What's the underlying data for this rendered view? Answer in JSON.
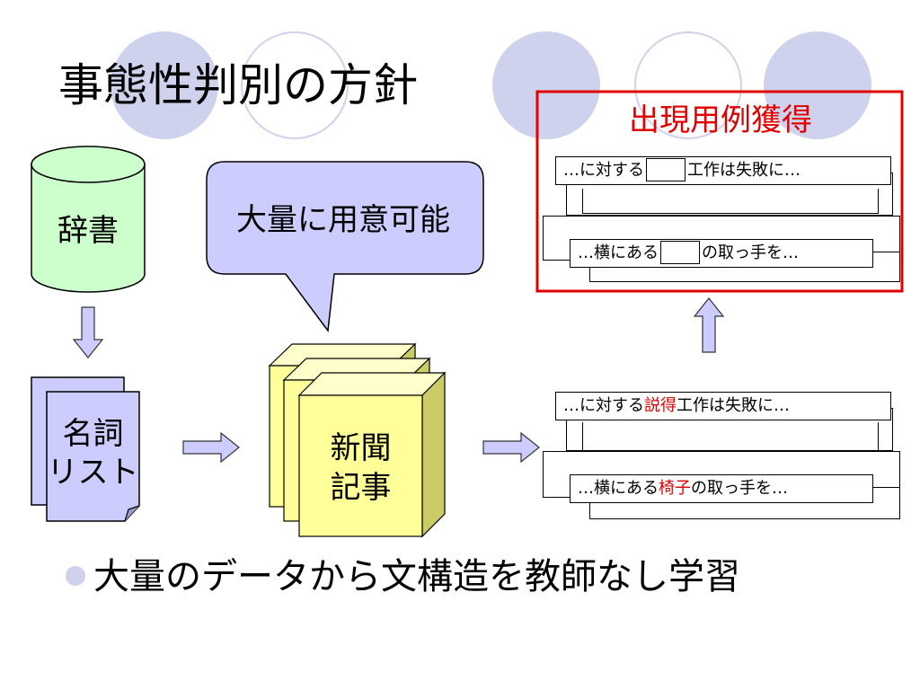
{
  "slide": {
    "title": "事態性判別の方針",
    "dictionary_label": "辞書",
    "noun_list_label_line1": "名詞",
    "noun_list_label_line2": "リスト",
    "news_label_line1": "新聞",
    "news_label_line2": "記事",
    "bubble_text": "大量に用意可能",
    "panel_title": "出現用例獲得",
    "template_sentence_1": {
      "prefix": "…に対する",
      "suffix": "工作は失敗に…"
    },
    "template_sentence_2": {
      "prefix": "…横にある",
      "suffix": "の取っ手を…"
    },
    "example_sentence_1": {
      "prefix": "…に対する",
      "highlight": "説得",
      "suffix": "工作は失敗に…"
    },
    "example_sentence_2": {
      "prefix": "…横にある",
      "highlight": "椅子",
      "suffix": "の取っ手を…"
    },
    "bullet": "大量のデータから文構造を教師なし学習"
  },
  "colors": {
    "dictionary_fill": "#ccffcc",
    "list_fill": "#ccccff",
    "news_fill": "#ffff99",
    "bubble_fill": "#ccccff",
    "arrow_fill": "#ccccff",
    "panel_border": "#e00000",
    "highlight_text": "#e00000",
    "decor_circle": "#cfd2ec"
  }
}
